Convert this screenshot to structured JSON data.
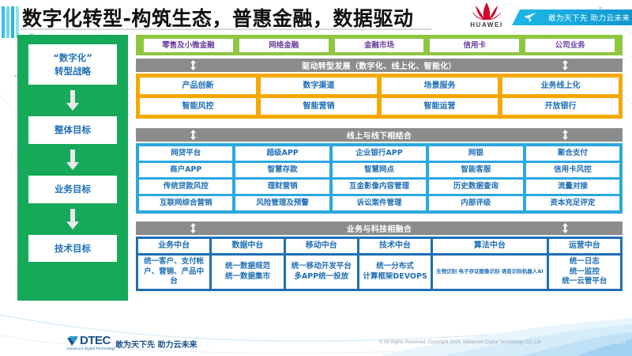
{
  "header": {
    "title": "数字化转型-构筑生态，普惠金融，数据驱动",
    "brand": "HUAWEI",
    "banner_text": "敢为天下先 助力云未来"
  },
  "strategy": {
    "items": [
      {
        "label": "“数字化”\n转型战略"
      },
      {
        "label": "整体目标"
      },
      {
        "label": "业务目标"
      },
      {
        "label": "技术目标"
      }
    ]
  },
  "business_lines": {
    "items": [
      "零售及小微金融",
      "网络金融",
      "金融市场",
      "信用卡",
      "公司业务"
    ]
  },
  "divider_drive": {
    "label": "驱动转型发展（数字化、线上化、智能化）"
  },
  "drive_layer": {
    "rows": [
      [
        "产品创新",
        "数字渠道",
        "场景服务",
        "业务线上化"
      ],
      [
        "智能风控",
        "智能营销",
        "智能运营",
        "开放银行"
      ]
    ]
  },
  "divider_online_offline": {
    "label": "线上与线下相结合"
  },
  "channel_layer": {
    "rows": [
      [
        "网贷平台",
        "超级APP",
        "企业银行APP",
        "网银",
        "聚合支付"
      ],
      [
        "商户APP",
        "智慧存款",
        "智慧网点",
        "智能客服",
        "信用卡风控"
      ],
      [
        "传统贷款风控",
        "理财营销",
        "互金影像内容管理",
        "历史数据查询",
        "流量对接"
      ],
      [
        "互联网综合营销",
        "风险管理及预警",
        "诉讼案件管理",
        "内部评级",
        "资本充足评定"
      ]
    ]
  },
  "divider_fusion": {
    "label": "业务与科技相融合"
  },
  "platform_layer": {
    "columns": [
      {
        "head": "业务中台",
        "body": "统一客户、支付帐户、营销、产品中台",
        "tiny": false
      },
      {
        "head": "数据中台",
        "body": "统一数据规范\n统一数据集市",
        "tiny": false
      },
      {
        "head": "移动中台",
        "body": "统一移动开发平台\n多APP统一投放",
        "tiny": false
      },
      {
        "head": "技术中台",
        "body": "统一分布式\n计算框架DEVOPS",
        "tiny": false
      },
      {
        "head": "算法中台",
        "body": "生物识别 电子存证\n图像识别 语音识别\n机器人AI",
        "tiny": true
      },
      {
        "head": "运营中台",
        "body": "统一日志\n统一监控\n统一云管平台",
        "tiny": false
      }
    ]
  },
  "footer": {
    "logo_text": "DTEC",
    "logo_sub": "Advanced Digital Technology",
    "slogan": "敢为天下先  助力云未来",
    "copyright": "© All Rights Reserved. Copyright 2019, Advanced Digital Technology CO.,Ltd",
    "page_number": "10"
  },
  "colors": {
    "green": "#16a95a",
    "light_green": "#8dc63f",
    "orange": "#f5a800",
    "blue": "#2aa8e0",
    "navy": "#1f6fb5",
    "gray_bar": "#8c8c8c",
    "text_blue": "#1f6fb5",
    "text_purple": "#6b3fa0",
    "huawei_red": "#cf0a2c"
  }
}
